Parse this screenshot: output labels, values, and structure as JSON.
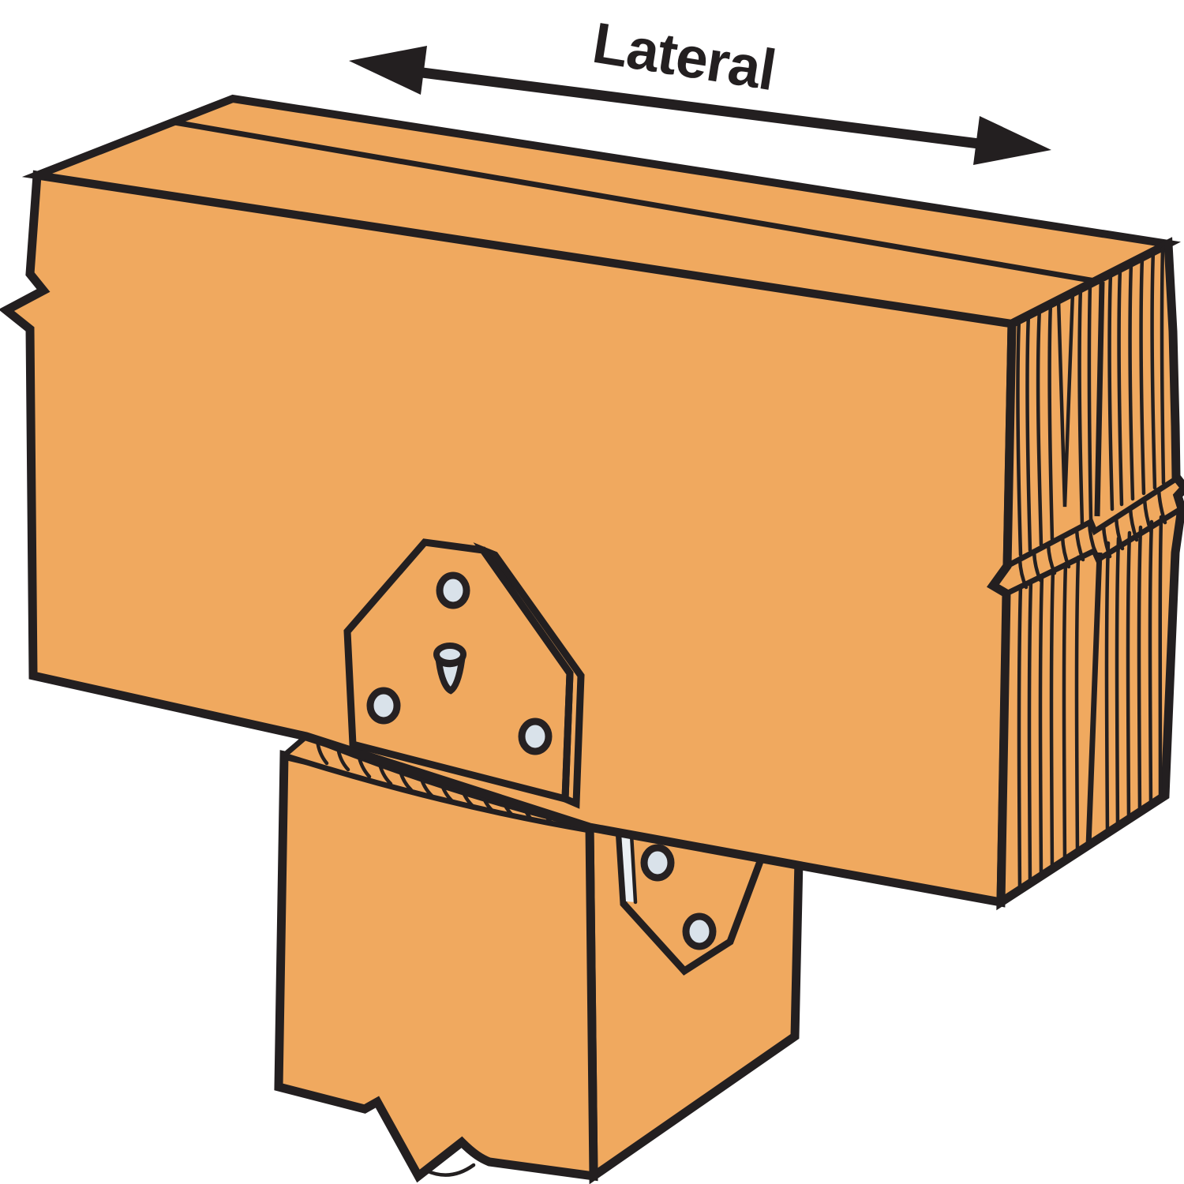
{
  "diagram": {
    "label": "Lateral",
    "arrow": "double-headed-arrow",
    "colors": {
      "background": "#FFFFFF",
      "wood": "#F0A95F",
      "metal": "#D9E2EA",
      "metal_edge": "#CDD7DF",
      "metal_highlight": "#EBF0F4",
      "outline": "#231F20"
    },
    "parts": {
      "beam": "double-2x-beam",
      "post": "4x4-post",
      "front_plate": "connector-plate-3-holes-with-prong",
      "side_plate": "connector-plate-2-holes"
    }
  }
}
